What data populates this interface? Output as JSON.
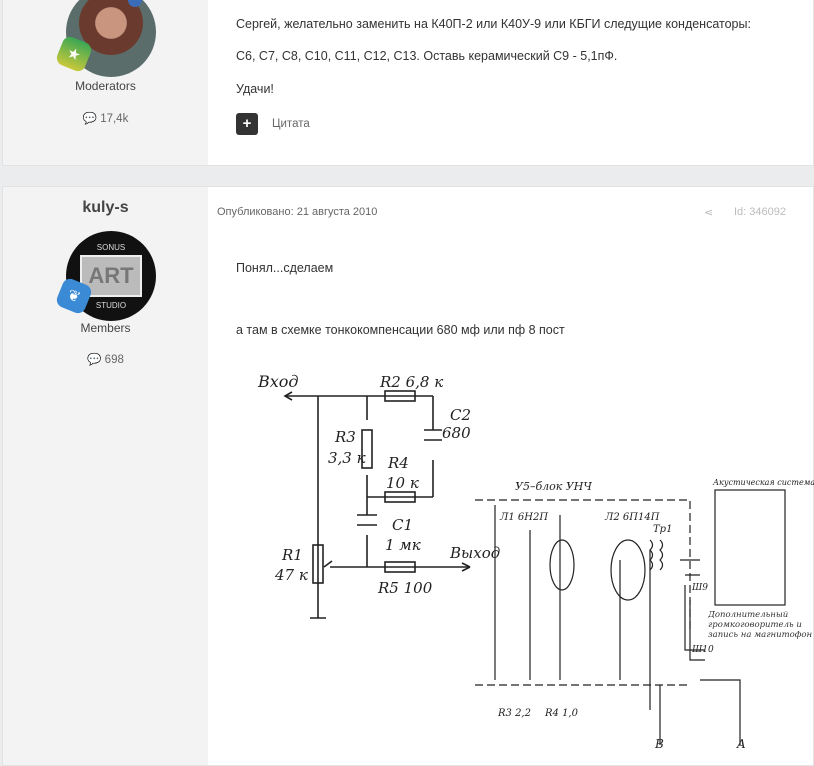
{
  "post1": {
    "author_group": "Moderators",
    "post_count": "17,4k",
    "lines": [
      "Сергей, желательно заменить на К40П-2 или К40У-9 или КБГИ следущие конденсаторы:",
      "С6, С7, С8, С10, С11, С12, С13. Оставь керамический С9 - 5,1пФ.",
      "Удачи!"
    ],
    "quote_label": "Цитата"
  },
  "post2": {
    "author_name": "kuly-s",
    "author_group": "Members",
    "post_count": "698",
    "published": "Опубликовано: 21 августа 2010",
    "post_id": "Id: 346092",
    "lines": [
      "Понял...сделаем",
      "а там в схемке тонкокомпенсации 680 мф или пф 8 пост"
    ],
    "avatar_text": [
      "SONUS",
      "ART",
      "STUDIO"
    ]
  },
  "schematic": {
    "input": "Вход",
    "output": "Выход",
    "r2": "R2 6,8 к",
    "c2": "C2",
    "c2v": "680",
    "r3": "R3",
    "r3v": "3,3 к",
    "r4": "R4",
    "r4v": "10 к",
    "c1": "C1",
    "c1v": "1 мк",
    "r1": "R1",
    "r1v": "47 к",
    "r5": "R5 100",
    "block": "У5–блок УНЧ",
    "tube1": "Л1 6Н2П",
    "tube2": "Л2 6П14П",
    "tr": "Тр1",
    "acoustic": "Акустическая система",
    "extra": "Дополнительный громкоговоритель и запись на магнитофон",
    "r3b": "R3 2,2",
    "r4b": "R4 1,0",
    "outB": "B",
    "outA": "A",
    "sh9": "Ш9",
    "sh10": "Ш10"
  }
}
